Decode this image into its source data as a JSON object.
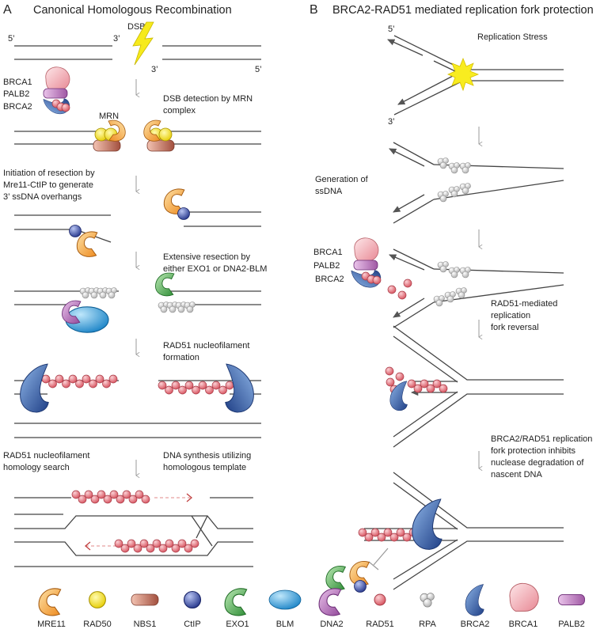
{
  "panel_a": {
    "letter": "A",
    "title": "Canonical Homologous Recombination",
    "dsb": "DSB",
    "five_prime": "5’",
    "three_prime": "3’",
    "brca1": "BRCA1",
    "palb2": "PALB2",
    "brca2": "BRCA2",
    "mrn": "MRN",
    "steps": [
      [
        "DSB detection by MRN",
        "complex"
      ],
      [
        "Initiation of resection by",
        "Mre11-CtIP to generate",
        "3’ ssDNA overhangs"
      ],
      [
        "Extensive resection by",
        "either EXO1 or DNA2-BLM"
      ],
      [
        "RAD51 nucleofilament",
        "formation"
      ],
      [
        "RAD51 nucleofilament",
        "homology search"
      ],
      [
        "DNA synthesis utilizing",
        "homologous template"
      ]
    ]
  },
  "panel_b": {
    "letter": "B",
    "title": "BRCA2-RAD51 mediated replication fork protection",
    "five_prime": "5’",
    "three_prime": "3’",
    "brca1": "BRCA1",
    "palb2": "PALB2",
    "brca2": "BRCA2",
    "steps": [
      [
        "Replication Stress"
      ],
      [
        "Generation of",
        "ssDNA"
      ],
      [
        "RAD51-mediated",
        "replication",
        "fork reversal"
      ],
      [
        "BRCA2/RAD51 replication",
        "fork protection inhibits",
        "nuclease degradation of",
        "nascent DNA"
      ]
    ]
  },
  "legend": {
    "items": [
      {
        "label": "MRE11",
        "icon": "mre11-icon"
      },
      {
        "label": "RAD50",
        "icon": "rad50-icon"
      },
      {
        "label": "NBS1",
        "icon": "nbs1-icon"
      },
      {
        "label": "CtIP",
        "icon": "ctip-icon"
      },
      {
        "label": "EXO1",
        "icon": "exo1-icon"
      },
      {
        "label": "BLM",
        "icon": "blm-icon"
      },
      {
        "label": "DNA2",
        "icon": "dna2-icon"
      },
      {
        "label": "RAD51",
        "icon": "rad51-icon"
      },
      {
        "label": "RPA",
        "icon": "rpa-icon"
      },
      {
        "label": "BRCA2",
        "icon": "brca2-icon"
      },
      {
        "label": "BRCA1",
        "icon": "brca1-icon"
      },
      {
        "label": "PALB2",
        "icon": "palb2-icon"
      }
    ]
  },
  "colors": {
    "mre11": "#f2a23a",
    "rad50": "#f4e21c",
    "nbs1": "#b4604f",
    "ctip": "#3548a0",
    "exo1": "#3ea443",
    "blm": "#1d8ad0",
    "dna2": "#a45aa8",
    "rad51": "#e46a74",
    "rpa": "#d4d4d4",
    "brca2": "#2d5ea6",
    "brca1": "#f2a0a8",
    "palb2": "#b06aaf"
  }
}
